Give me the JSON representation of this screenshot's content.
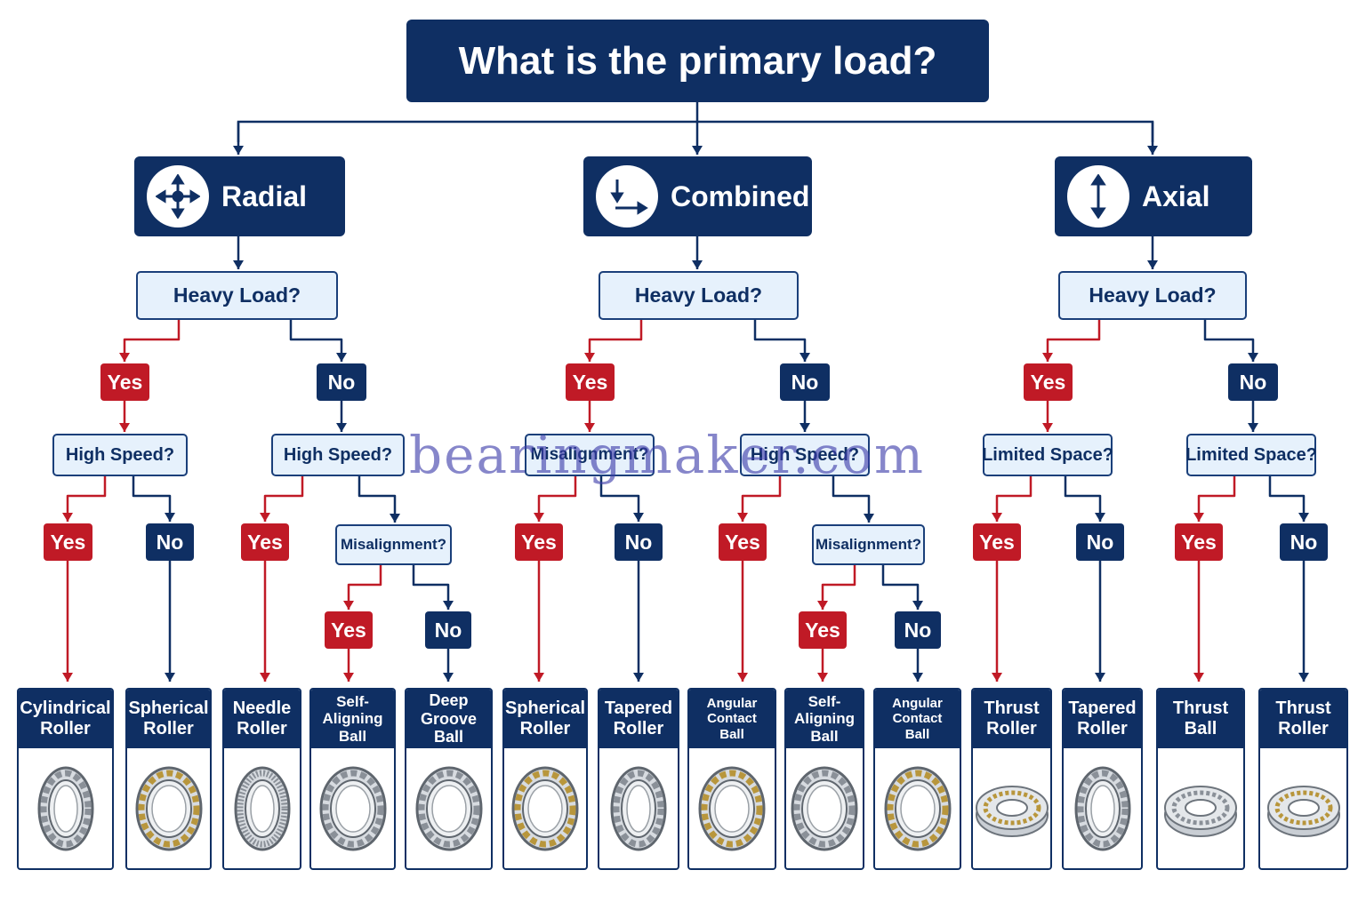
{
  "title": "What is the primary load?",
  "colors": {
    "navy": "#0f2f63",
    "red": "#c01a26",
    "light_box": "#e6f1fc"
  },
  "categories": [
    {
      "label": "Radial",
      "icon": "four-way-arrows-icon"
    },
    {
      "label": "Combined",
      "icon": "corner-arrows-icon"
    },
    {
      "label": "Axial",
      "icon": "vertical-double-arrow-icon"
    }
  ],
  "questions": {
    "radial_heavy": "Heavy Load?",
    "combined_heavy": "Heavy Load?",
    "axial_heavy": "Heavy Load?",
    "radial_yes_q": "High Speed?",
    "radial_no_q": "High Speed?",
    "radial_no_no_q": "Misalignment?",
    "combined_yes_q": "Misalignment?",
    "combined_no_q": "High Speed?",
    "combined_no_no_q": "Misalignment?",
    "axial_yes_q": "Limited Space?",
    "axial_no_q": "Limited Space?"
  },
  "answers": {
    "yes": "Yes",
    "no": "No"
  },
  "bearings": [
    {
      "line1": "Cylindrical",
      "line2": "Roller",
      "icon": "cylindrical-roller-bearing-icon"
    },
    {
      "line1": "Spherical",
      "line2": "Roller",
      "icon": "spherical-roller-bearing-icon"
    },
    {
      "line1": "Needle",
      "line2": "Roller",
      "icon": "needle-roller-bearing-icon"
    },
    {
      "line1": "Self-Aligning",
      "line2": "Ball",
      "icon": "self-aligning-ball-bearing-icon"
    },
    {
      "line1": "Deep Groove",
      "line2": "Ball",
      "icon": "deep-groove-ball-bearing-icon"
    },
    {
      "line1": "Spherical",
      "line2": "Roller",
      "icon": "spherical-roller-bearing-icon"
    },
    {
      "line1": "Tapered",
      "line2": "Roller",
      "icon": "tapered-roller-bearing-icon"
    },
    {
      "line1": "Angular Contact",
      "line2": "Ball",
      "icon": "angular-contact-ball-bearing-icon"
    },
    {
      "line1": "Self-Aligning",
      "line2": "Ball",
      "icon": "self-aligning-ball-bearing-icon"
    },
    {
      "line1": "Angular Contact",
      "line2": "Ball",
      "icon": "angular-contact-ball-bearing-icon"
    },
    {
      "line1": "Thrust",
      "line2": "Roller",
      "icon": "thrust-roller-bearing-icon"
    },
    {
      "line1": "Tapered",
      "line2": "Roller",
      "icon": "tapered-roller-bearing-icon"
    },
    {
      "line1": "Thrust",
      "line2": "Ball",
      "icon": "thrust-ball-bearing-icon"
    },
    {
      "line1": "Thrust",
      "line2": "Roller",
      "icon": "thrust-roller-bearing-icon"
    }
  ],
  "watermark": "bearingmaker.com"
}
